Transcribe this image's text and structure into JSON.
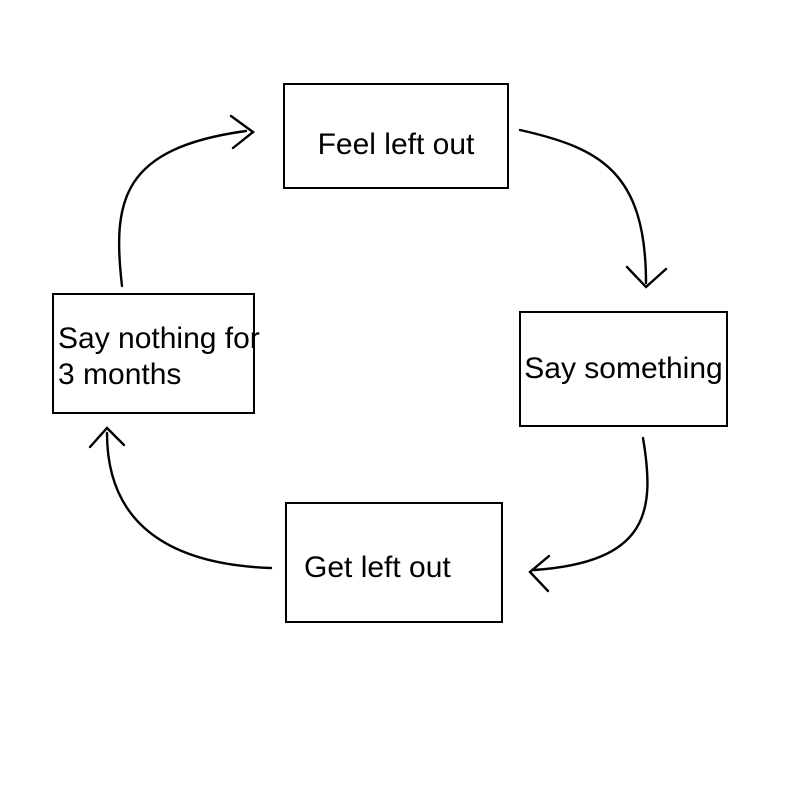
{
  "diagram": {
    "type": "cycle-flowchart",
    "background_color": "#ffffff",
    "line_color": "#000000",
    "text_color": "#000000",
    "nodes": [
      {
        "id": "feel-left-out",
        "lines": [
          "Feel left out"
        ]
      },
      {
        "id": "say-something",
        "lines": [
          "Say something"
        ]
      },
      {
        "id": "get-left-out",
        "lines": [
          "Get left out"
        ]
      },
      {
        "id": "say-nothing-for-3-months",
        "lines": [
          "Say nothing for",
          "3 months"
        ]
      }
    ],
    "edges": [
      {
        "from": "feel-left-out",
        "to": "say-something"
      },
      {
        "from": "say-something",
        "to": "get-left-out"
      },
      {
        "from": "get-left-out",
        "to": "say-nothing-for-3-months"
      },
      {
        "from": "say-nothing-for-3-months",
        "to": "feel-left-out"
      }
    ]
  }
}
